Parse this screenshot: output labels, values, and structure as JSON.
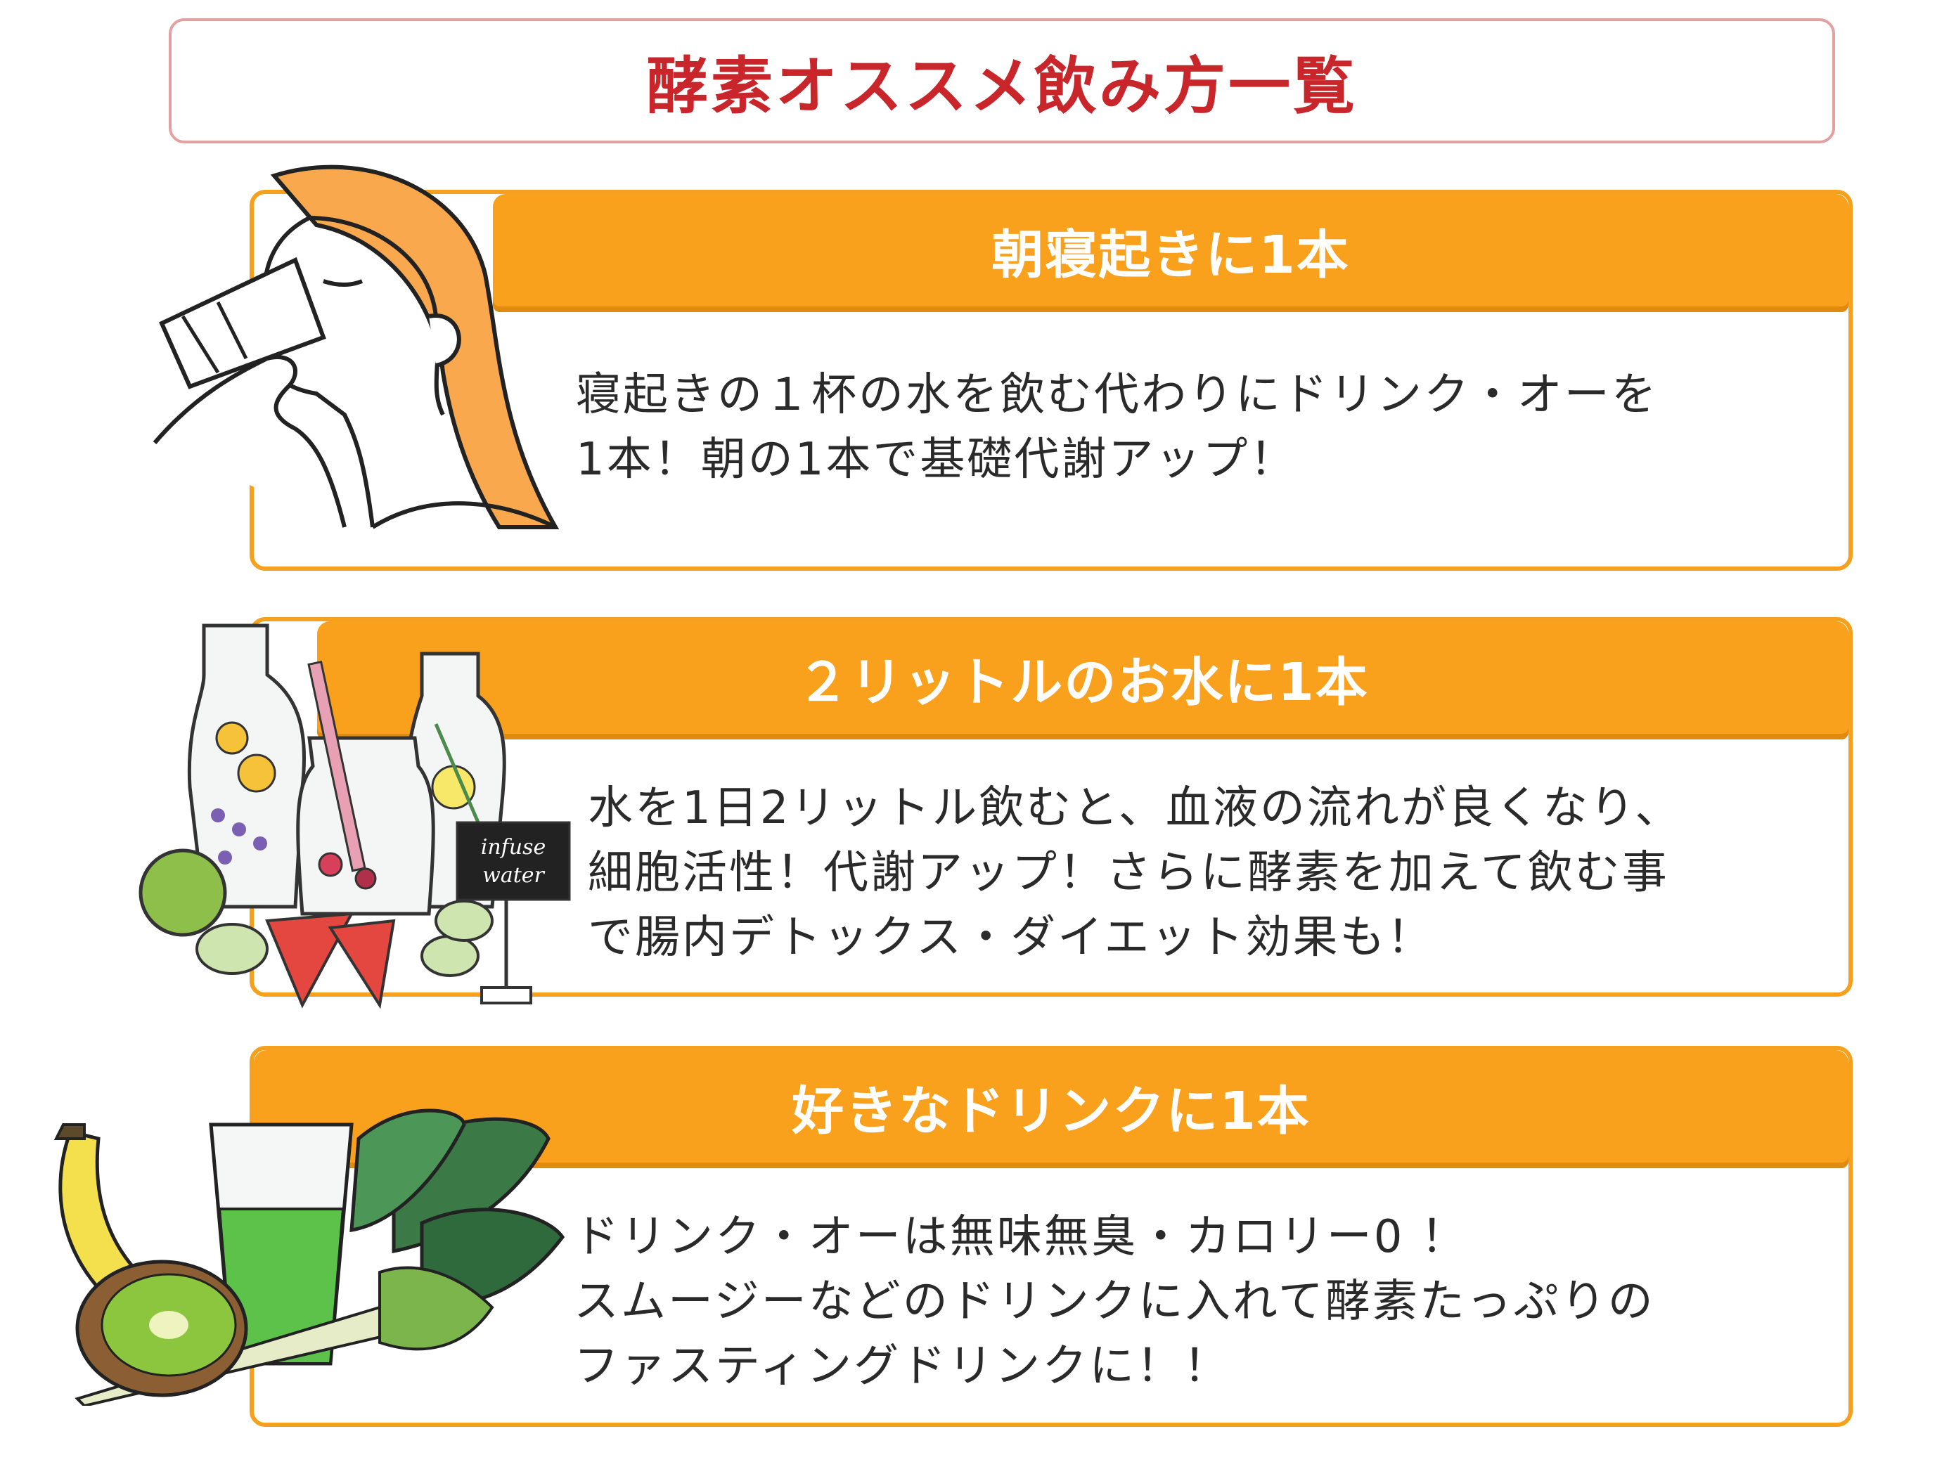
{
  "title": "酵素オススメ飲み方一覧",
  "cards": [
    {
      "heading": "朝寝起きに1本",
      "lines": [
        "寝起きの１杯の水を飲む代わりにドリンク・オーを",
        "1本！朝の1本で基礎代謝アップ！"
      ],
      "illustration": "woman-drinking-icon"
    },
    {
      "heading": "２リットルのお水に1本",
      "lines": [
        "水を1日2リットル飲むと、血液の流れが良くなり、",
        "細胞活性！代謝アップ！さらに酵素を加えて飲む事",
        "で腸内デトックス・ダイエット効果も！"
      ],
      "illustration": "infused-water-jars-icon",
      "sign_text": [
        "infuse",
        "water"
      ]
    },
    {
      "heading": "好きなドリンクに1本",
      "lines": [
        "ドリンク・オーは無味無臭・カロリー0 ！",
        "スムージーなどのドリンクに入れて酵素たっぷりの",
        "ファスティングドリンクに！！"
      ],
      "illustration": "green-smoothie-fruits-icon"
    }
  ],
  "colors": {
    "title_red": "#c8262b",
    "title_border": "#e3a0a0",
    "orange": "#f9a01c",
    "orange_border": "#f5a11e"
  }
}
